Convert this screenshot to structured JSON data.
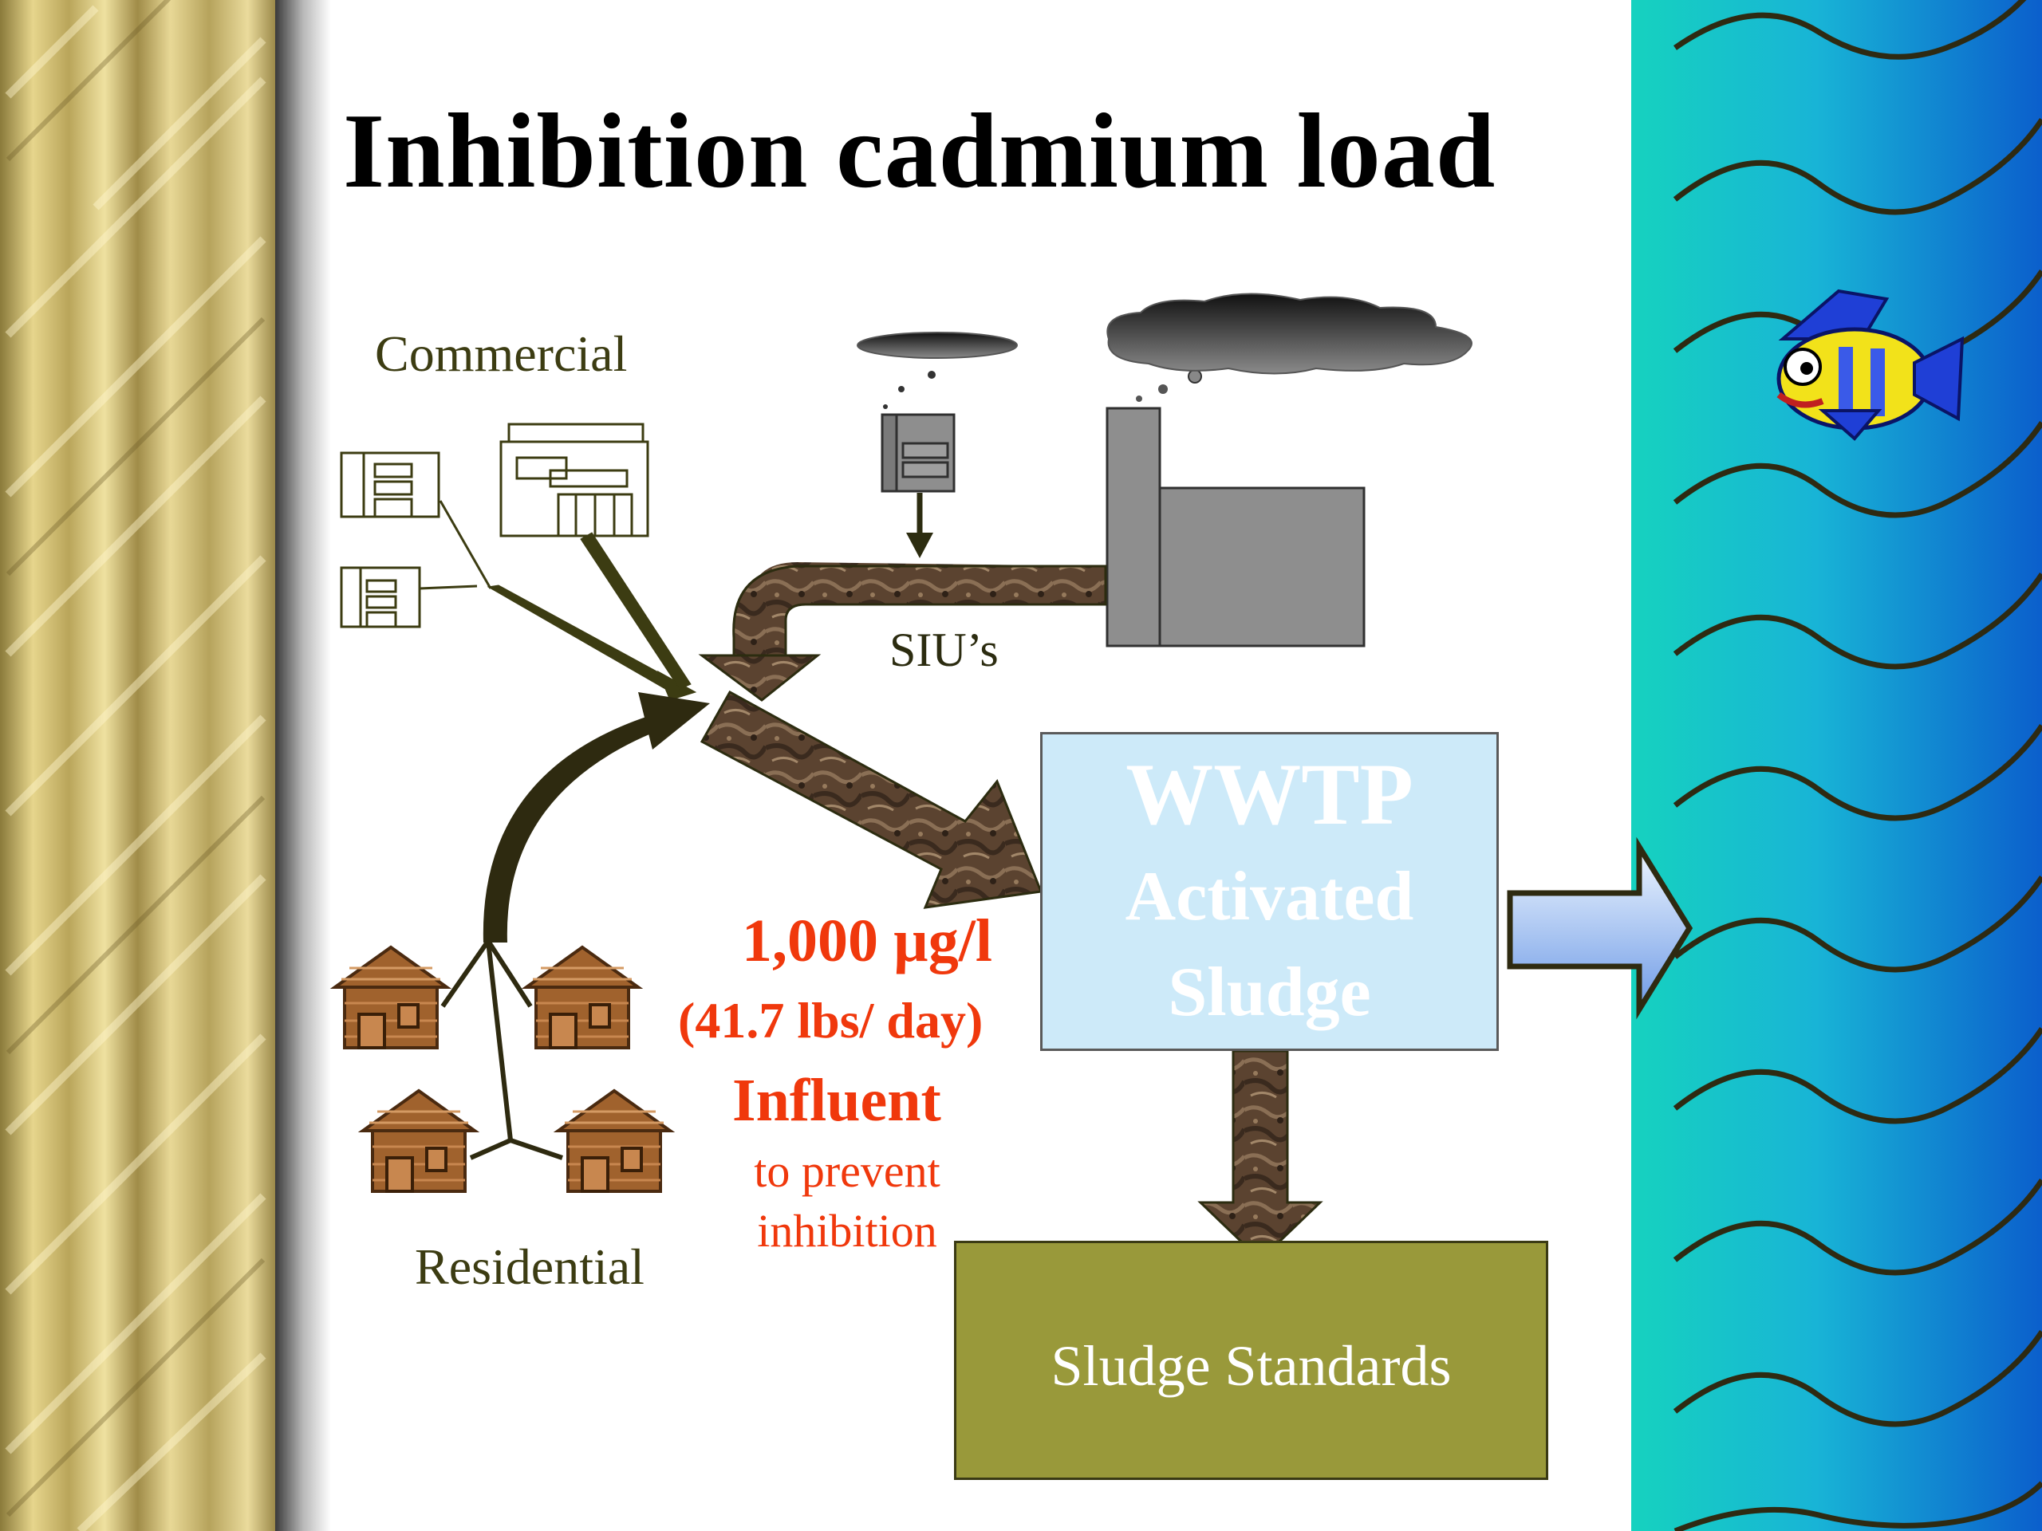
{
  "slide": {
    "title": "Inhibition cadmium load",
    "sources": {
      "commercial_label": "Commercial",
      "siu_label": "SIU’s",
      "residential_label": "Residential"
    },
    "influent": {
      "concentration": "1,000 µg/l",
      "load": "(41.7 lbs/ day)",
      "label": "Influent",
      "note_line1": "to prevent",
      "note_line2": "inhibition"
    },
    "plant": {
      "line1": "WWTP",
      "line2": "Activated",
      "line3": "Sludge"
    },
    "sludge_box": {
      "label": "Sludge Standards"
    }
  },
  "colors": {
    "accent_red": "#f0380c",
    "wwtp_fill": "#cdeaf9",
    "sludge_fill": "#99993a",
    "pipe_brown": "#5b4330",
    "water_teal": "#18cfc2",
    "water_blue": "#0a5cc8"
  },
  "icons": [
    "fish-icon",
    "factory-icon",
    "house-icon",
    "building-icon",
    "cloud-icon"
  ]
}
